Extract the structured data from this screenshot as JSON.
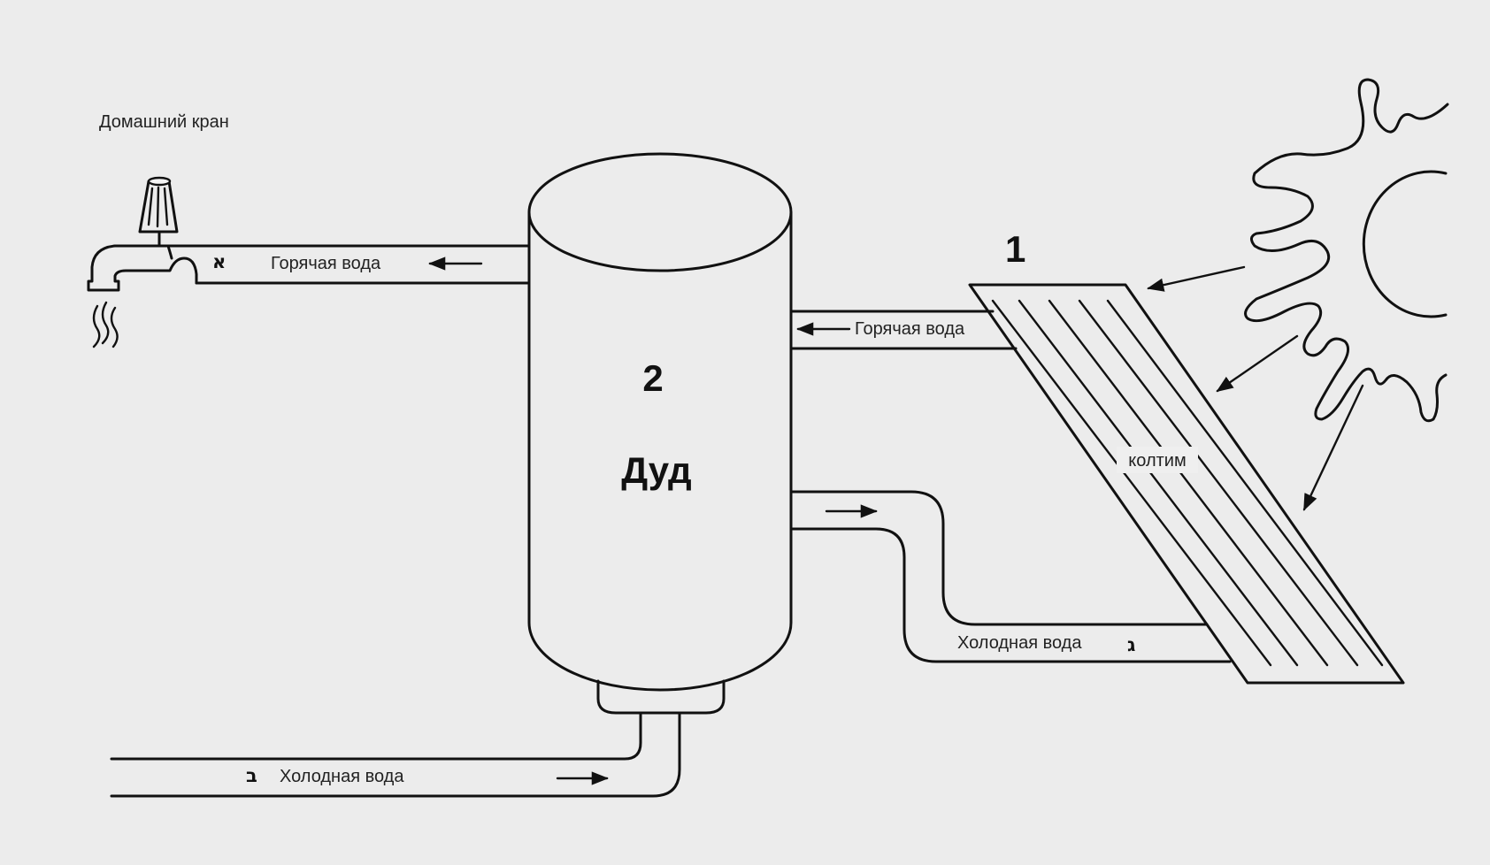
{
  "labels": {
    "home_tap": "Домашний кран",
    "hot_water_tap": "Горячая вода",
    "hot_water_collector": "Горячая вода",
    "cold_water_collector": "Холодная вода",
    "cold_water_inlet": "Холодная вода",
    "tank_number": "2",
    "tank_name": "Дуд",
    "collector_number": "1",
    "collector_name": "колтим",
    "marker_a": "א",
    "marker_b": "ב",
    "marker_g": "ג"
  },
  "colors": {
    "background": "#ececec",
    "line": "#111111"
  },
  "icons": {
    "sun": "sun-icon",
    "tap": "tap-icon",
    "steam": "steam-icon"
  }
}
